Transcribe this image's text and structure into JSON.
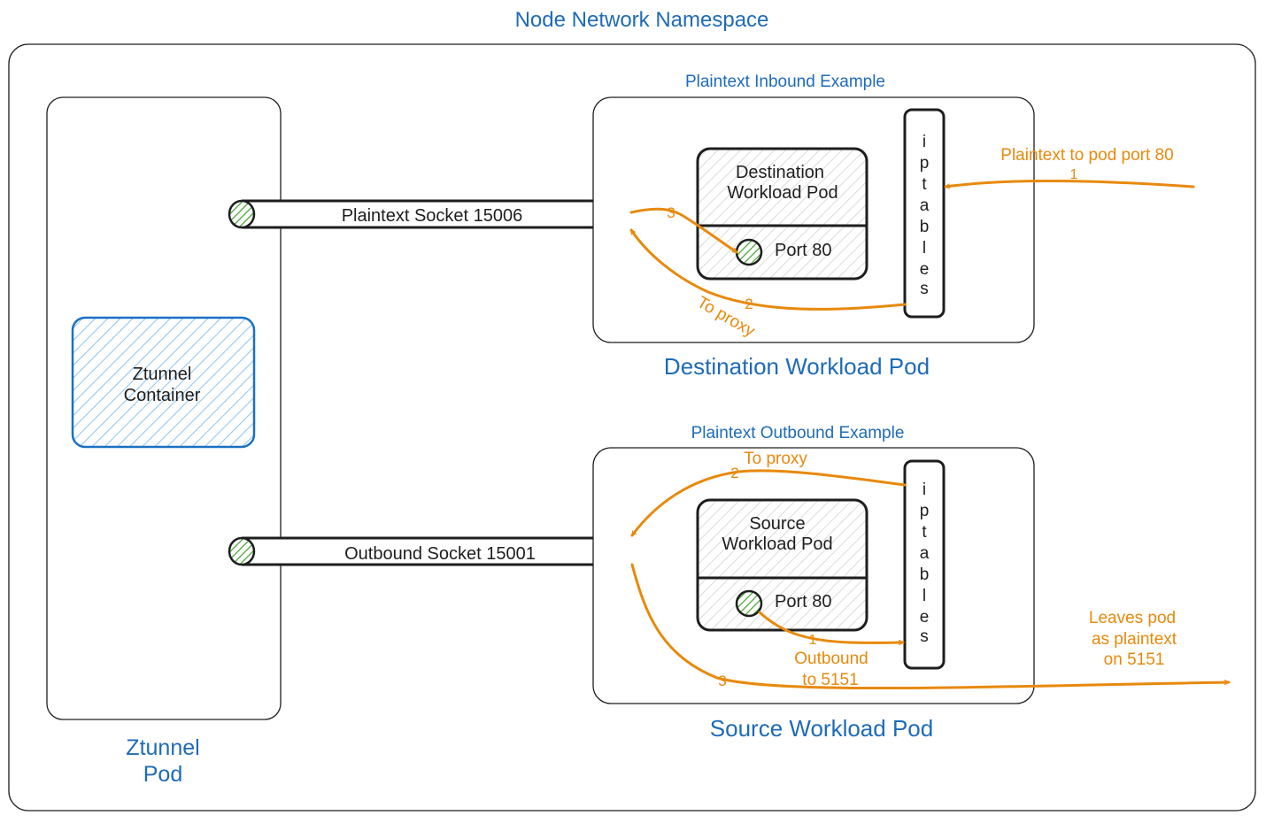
{
  "namespace_title": "Node Network Namespace",
  "ztunnel_pod": {
    "label_line1": "Ztunnel",
    "label_line2": "Pod",
    "container_line1": "Ztunnel",
    "container_line2": "Container"
  },
  "sockets": {
    "plaintext": "Plaintext Socket 15006",
    "outbound": "Outbound Socket 15001"
  },
  "inbound": {
    "example_title": "Plaintext Inbound Example",
    "pod_title": "Destination Workload Pod",
    "inner_line1": "Destination",
    "inner_line2": "Workload Pod",
    "port": "Port 80",
    "iptables_letters": [
      "i",
      "p",
      "t",
      "a",
      "b",
      "l",
      "e",
      "s"
    ],
    "step1_label": "Plaintext to pod port 80",
    "step1_num": "1",
    "step2_num": "2",
    "step2_label": "To proxy",
    "step3_num": "3"
  },
  "outbound": {
    "example_title": "Plaintext Outbound Example",
    "pod_title": "Source Workload Pod",
    "inner_line1": "Source",
    "inner_line2": "Workload Pod",
    "port": "Port 80",
    "iptables_letters": [
      "i",
      "p",
      "t",
      "a",
      "b",
      "l",
      "e",
      "s"
    ],
    "step1_num": "1",
    "step1_line1": "Outbound",
    "step1_line2": "to 5151",
    "step2_num": "2",
    "step2_label": "To proxy",
    "step3_num": "3",
    "leaves_line1": "Leaves pod",
    "leaves_line2": "as plaintext",
    "leaves_line3": "on 5151"
  },
  "colors": {
    "title_blue": "#1e6bb8",
    "arrow_orange": "#e8890c",
    "socket_green": "#40a02b",
    "container_blue_fill": "#a5d8ff",
    "container_blue_stroke": "#1971c2"
  }
}
